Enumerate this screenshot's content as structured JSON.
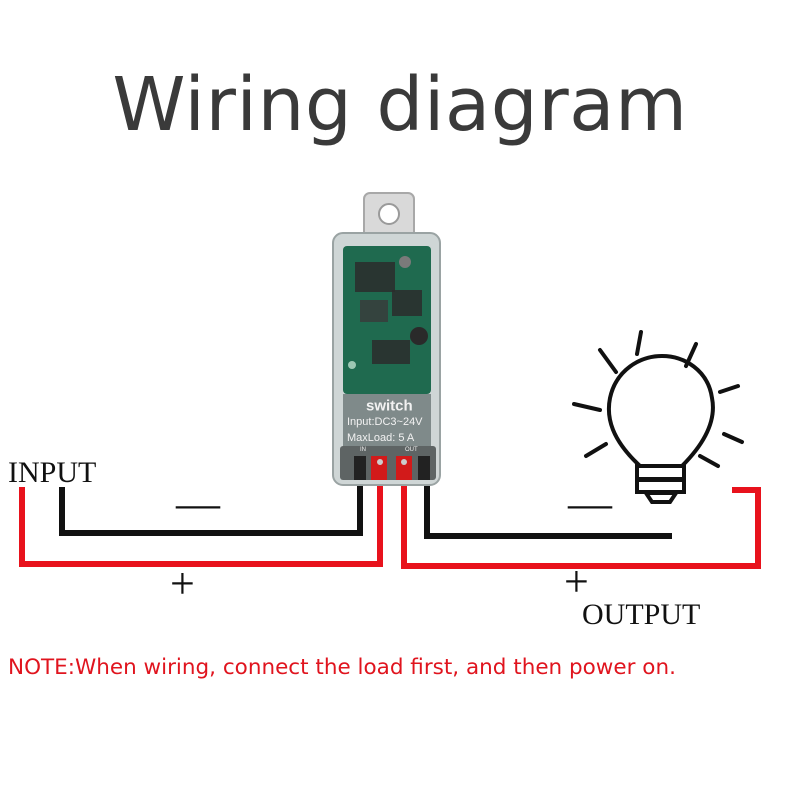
{
  "title": "Wiring diagram",
  "device": {
    "brand": "switch",
    "input_spec": "Input:DC3~24V",
    "max_load": "MaxLoad: 5 A",
    "in_marking": "IN",
    "out_marking": "OUT"
  },
  "labels": {
    "input": "INPUT",
    "output": "OUTPUT",
    "negative": "—",
    "positive": "+"
  },
  "note": "NOTE:When wiring, connect the load first, and then power on.",
  "colors": {
    "positive_wire": "#e8121c",
    "negative_wire": "#111111",
    "note_text": "#e0141e"
  }
}
